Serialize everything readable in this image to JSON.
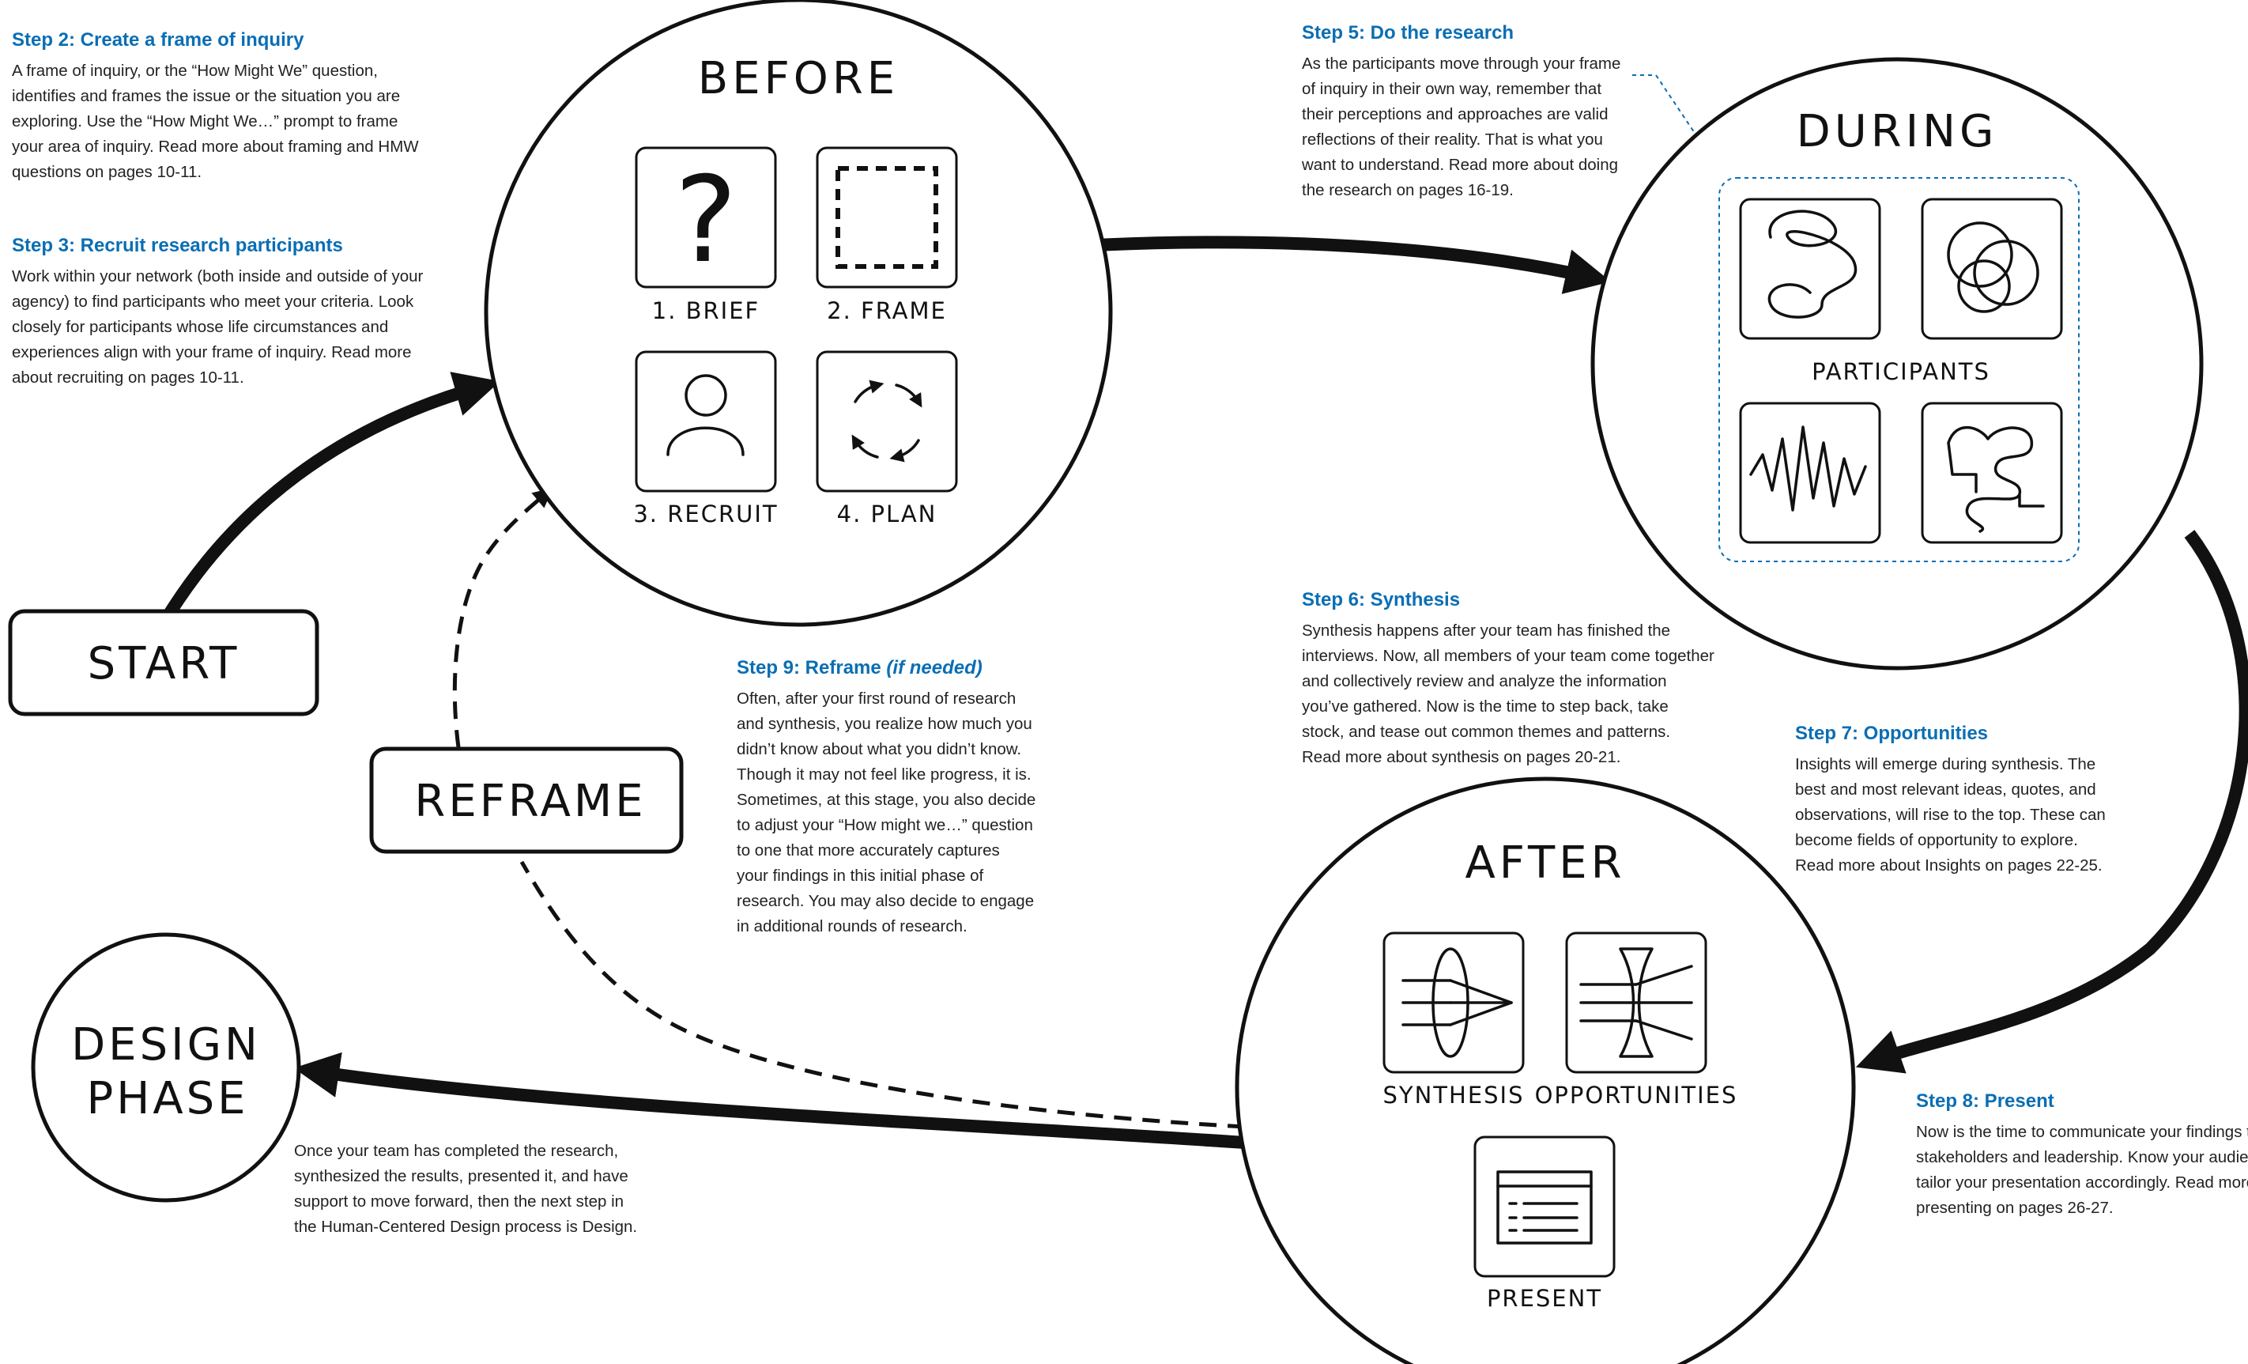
{
  "colors": {
    "accent": "#0a6eb4",
    "ink": "#111111"
  },
  "circles": {
    "before": {
      "title": "BEFORE",
      "items": [
        "1. BRIEF",
        "2. FRAME",
        "3. RECRUIT",
        "4. PLAN"
      ]
    },
    "during": {
      "title": "DURING",
      "group_label": "PARTICIPANTS"
    },
    "after": {
      "title": "AFTER",
      "items": [
        "SYNTHESIS",
        "OPPORTUNITIES",
        "PRESENT"
      ]
    },
    "design": {
      "title_lines": [
        "DESIGN",
        "PHASE"
      ]
    }
  },
  "pills": {
    "start": "START",
    "reframe": "REFRAME"
  },
  "icons": [
    "question-mark-icon",
    "dashed-frame-icon",
    "person-icon",
    "cycle-arrows-icon",
    "scribble-icon",
    "overlapping-circles-icon",
    "zigzag-wave-icon",
    "winding-path-icon",
    "converging-lens-icon",
    "diverging-lens-icon",
    "presentation-icon"
  ],
  "steps": {
    "step2": {
      "title": "Step 2: Create a frame of inquiry",
      "lines": [
        "A frame of inquiry, or the “How Might We” question,",
        "identifies and frames the issue or the situation you are",
        "exploring. Use the “How Might We…” prompt to frame",
        "your area of inquiry. Read more about framing and HMW",
        "questions on pages 10-11."
      ]
    },
    "step3": {
      "title": "Step 3: Recruit research participants",
      "lines": [
        "Work within your network (both inside and outside of your",
        "agency) to find participants who meet your criteria. Look",
        "closely for participants whose life circumstances and",
        "experiences align with your frame of inquiry. Read more",
        "about recruiting on pages 10-11."
      ]
    },
    "step5": {
      "title": "Step 5: Do the research",
      "lines": [
        "As the participants move through your frame",
        "of inquiry in their own way, remember that",
        "their perceptions and approaches are valid",
        "reflections of their reality. That is what you",
        "want to understand. Read more about doing",
        "the research on pages 16-19."
      ]
    },
    "step6": {
      "title": "Step 6: Synthesis",
      "lines": [
        "Synthesis happens after your team has finished the",
        "interviews. Now, all members of your team come together",
        "and collectively review and analyze the information",
        "you’ve gathered. Now is the time to step back, take",
        "stock, and tease out common themes and patterns.",
        "Read more about synthesis on pages 20-21."
      ]
    },
    "step7": {
      "title": "Step 7: Opportunities",
      "lines": [
        "Insights will emerge during synthesis. The",
        "best and most relevant ideas, quotes, and",
        "observations, will rise to the top. These can",
        "become fields of opportunity to explore.",
        "Read more about Insights on pages 22-25."
      ]
    },
    "step8": {
      "title": "Step 8: Present",
      "lines": [
        "Now is the time to communicate your findings to",
        "stakeholders and leadership. Know your audience and",
        "tailor your presentation accordingly. Read more about",
        "presenting on pages 26-27."
      ]
    },
    "step9": {
      "title": "Step 9: Reframe ",
      "title_em": "(if needed)",
      "lines": [
        "Often, after your first round of research",
        "and synthesis, you realize how much you",
        "didn’t know about what you didn’t know.",
        "Though it may not feel like progress, it is.",
        "Sometimes, at this stage, you also decide",
        "to adjust your “How might we…” question",
        "to one that more accurately captures",
        "your findings in this initial phase of",
        "research. You may also decide to engage",
        "in additional rounds of research."
      ]
    },
    "design_note": {
      "lines": [
        "Once your team has completed the research,",
        "synthesized the results, presented it, and have",
        "support to move forward, then the next step in",
        "the Human-Centered Design process is Design."
      ]
    }
  }
}
